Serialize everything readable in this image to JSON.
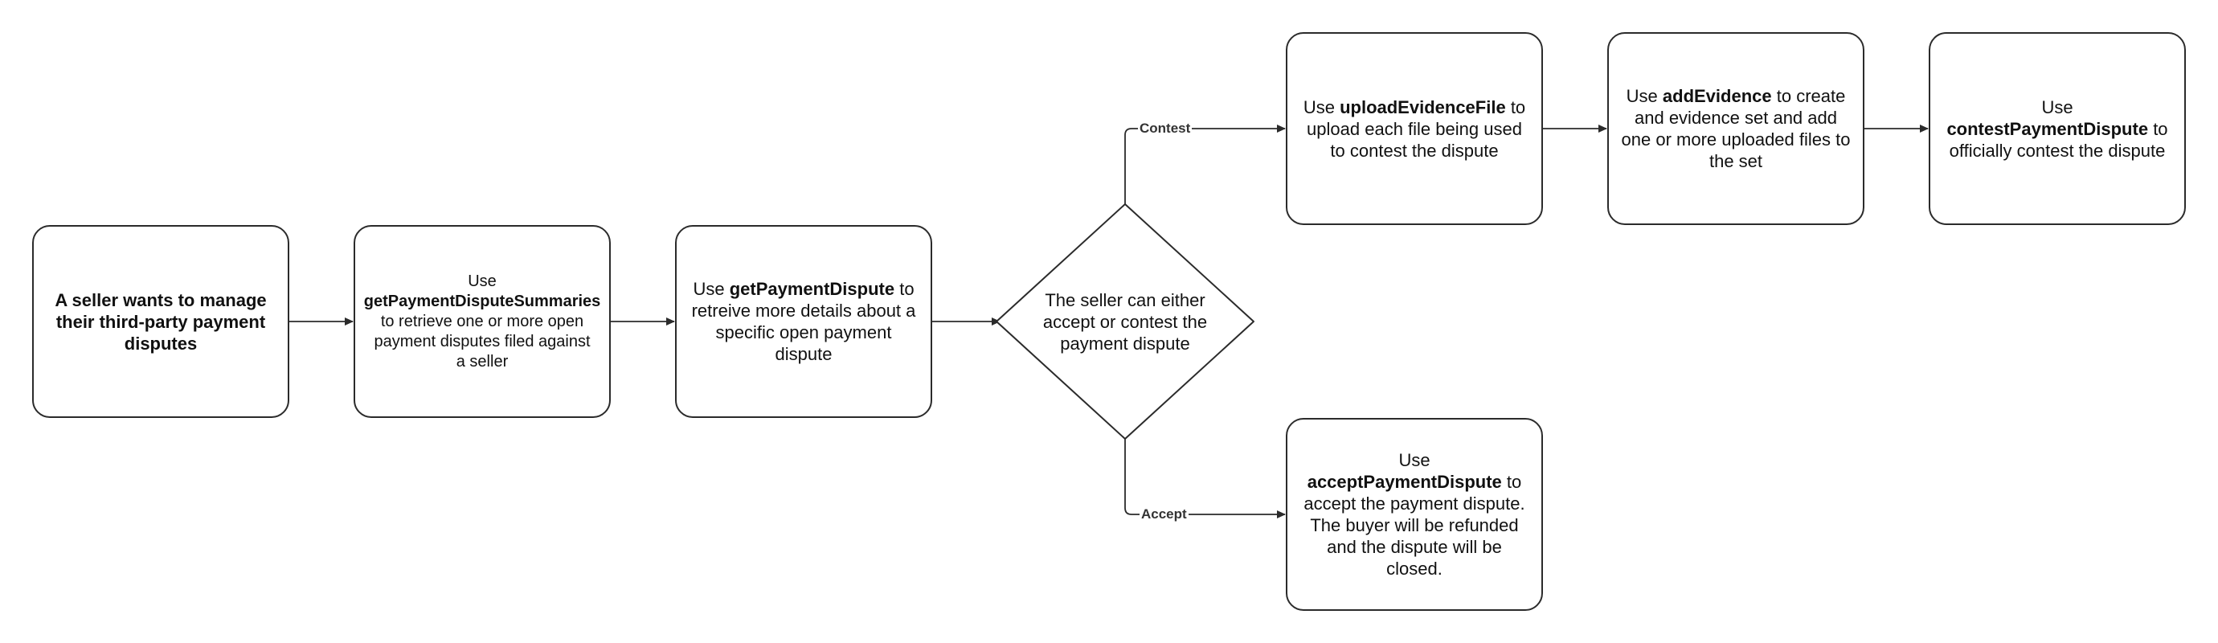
{
  "nodes": {
    "start": {
      "text": "A seller wants to manage their third-party payment disputes"
    },
    "summaries": {
      "prefix": "Use",
      "api": "getPaymentDisputeSummaries",
      "suffix": "to retrieve one or more open payment disputes filed against a seller"
    },
    "get_dispute": {
      "prefix": "Use",
      "api": "getPaymentDispute",
      "suffix": "to retreive more details about a specific open payment dispute"
    },
    "decision": {
      "text": "The seller can either accept or contest the payment dispute"
    },
    "upload": {
      "prefix": "Use",
      "api": "uploadEvidenceFile",
      "suffix": "to upload each file being used to contest the dispute"
    },
    "add_evidence": {
      "prefix": "Use",
      "api": "addEvidence",
      "suffix": "to create and evidence set and add one or more uploaded files to the set"
    },
    "contest": {
      "prefix": "Use",
      "api": "contestPaymentDispute",
      "suffix": "to officially contest the dispute"
    },
    "accept": {
      "prefix": "Use",
      "api": "acceptPaymentDispute",
      "suffix": "to accept the payment dispute. The buyer will be refunded and the dispute will be closed."
    }
  },
  "edges": {
    "contest_label": "Contest",
    "accept_label": "Accept"
  },
  "colors": {
    "stroke": "#2b2b2b",
    "background": "#ffffff"
  }
}
